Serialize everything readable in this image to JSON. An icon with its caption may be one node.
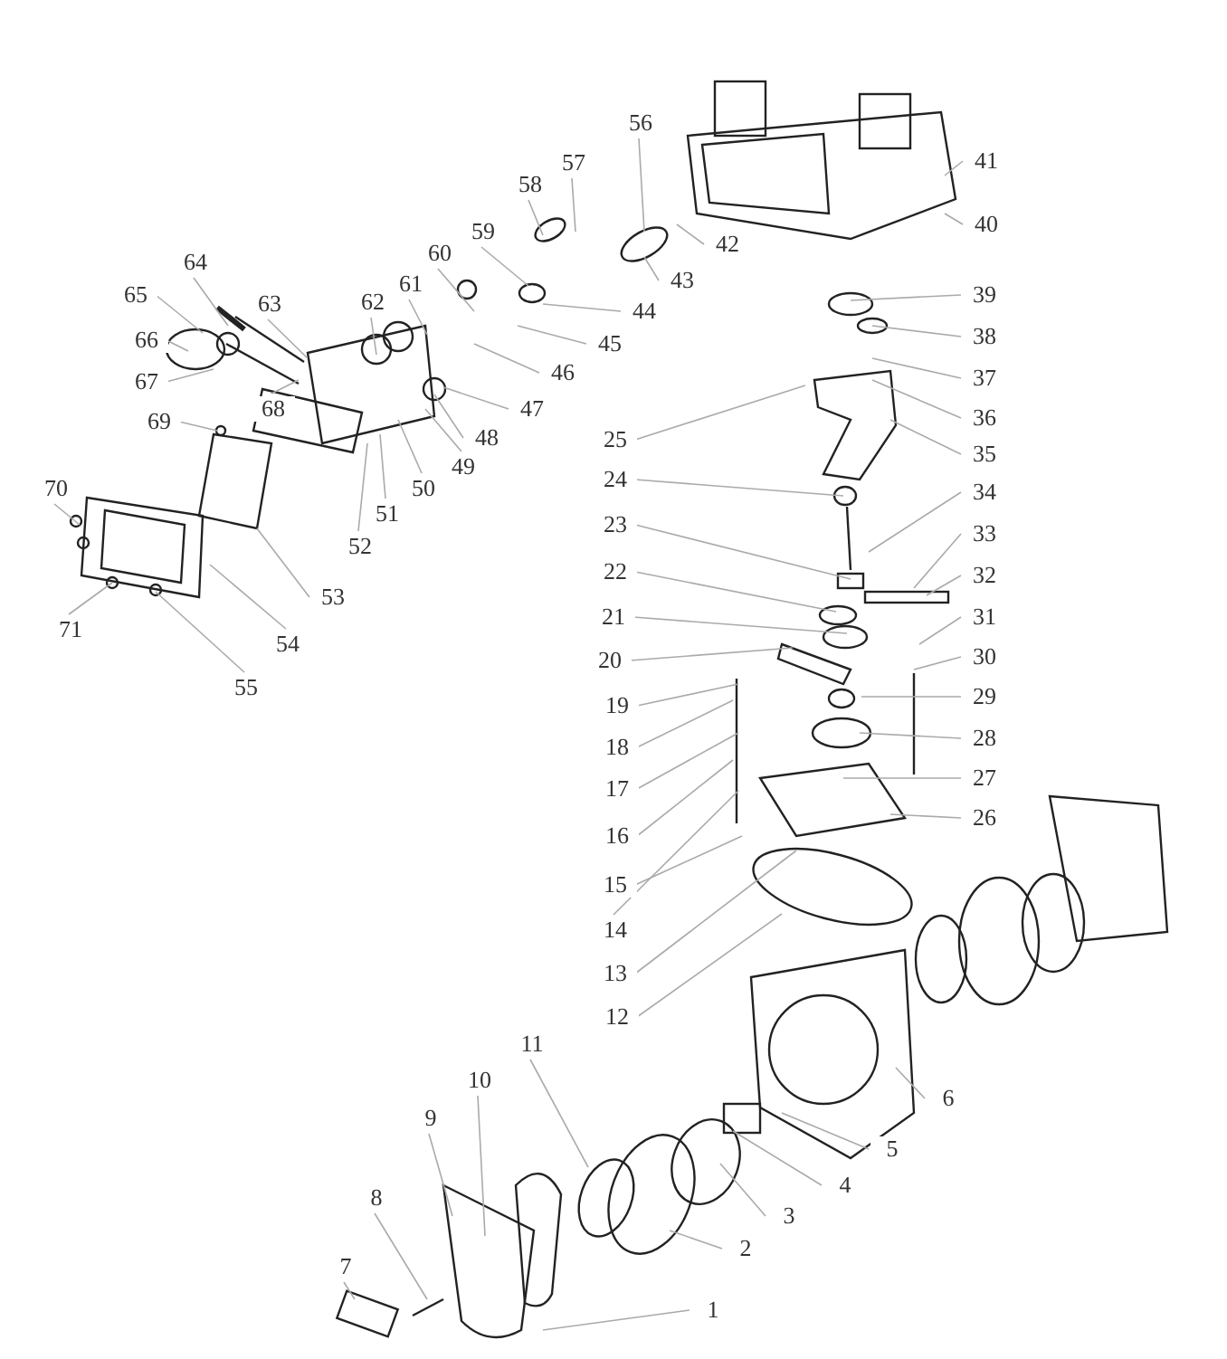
{
  "diagram": {
    "nodes": [
      {
        "text": [
          "1"
        ]
      },
      {
        "text": [
          "2"
        ]
      },
      {
        "text": [
          "3"
        ]
      },
      {
        "text": [
          "4"
        ]
      },
      {
        "text": [
          "5"
        ]
      },
      {
        "text": [
          "6"
        ]
      },
      {
        "text": [
          "7"
        ]
      },
      {
        "text": [
          "8"
        ]
      },
      {
        "text": [
          "9"
        ]
      },
      {
        "text": [
          "10"
        ]
      },
      {
        "text": [
          "11"
        ]
      },
      {
        "text": [
          "12"
        ]
      },
      {
        "text": [
          "13"
        ]
      },
      {
        "text": [
          "14"
        ]
      },
      {
        "text": [
          "15"
        ]
      },
      {
        "text": [
          "16"
        ]
      },
      {
        "text": [
          "17"
        ]
      },
      {
        "text": [
          "18"
        ]
      },
      {
        "text": [
          "19"
        ]
      },
      {
        "text": [
          "20"
        ]
      },
      {
        "text": [
          "21"
        ]
      },
      {
        "text": [
          "22"
        ]
      },
      {
        "text": [
          "23"
        ]
      },
      {
        "text": [
          "24"
        ]
      },
      {
        "text": [
          "25"
        ]
      },
      {
        "text": [
          "26"
        ]
      },
      {
        "text": [
          "27"
        ]
      },
      {
        "text": [
          "28"
        ]
      },
      {
        "text": [
          "29"
        ]
      },
      {
        "text": [
          "30"
        ]
      },
      {
        "text": [
          "31"
        ]
      },
      {
        "text": [
          "32"
        ]
      },
      {
        "text": [
          "33"
        ]
      },
      {
        "text": [
          "34"
        ]
      },
      {
        "text": [
          "35"
        ]
      },
      {
        "text": [
          "36"
        ]
      },
      {
        "text": [
          "37"
        ]
      },
      {
        "text": [
          "38"
        ]
      },
      {
        "text": [
          "39"
        ]
      },
      {
        "text": [
          "40"
        ]
      },
      {
        "text": [
          "41"
        ]
      },
      {
        "text": [
          "42"
        ]
      },
      {
        "text": [
          "43"
        ]
      },
      {
        "text": [
          "44"
        ]
      },
      {
        "text": [
          "45"
        ]
      },
      {
        "text": [
          "46"
        ]
      },
      {
        "text": [
          "47"
        ]
      },
      {
        "text": [
          "48"
        ]
      },
      {
        "text": [
          "49"
        ]
      },
      {
        "text": [
          "50"
        ]
      },
      {
        "text": [
          "51"
        ]
      },
      {
        "text": [
          "52"
        ]
      },
      {
        "text": [
          "53"
        ]
      },
      {
        "text": [
          "54"
        ]
      },
      {
        "text": [
          "55"
        ]
      },
      {
        "text": [
          "56"
        ]
      },
      {
        "text": [
          "57"
        ]
      },
      {
        "text": [
          "58"
        ]
      },
      {
        "text": [
          "59"
        ]
      },
      {
        "text": [
          "60"
        ]
      },
      {
        "text": [
          "61"
        ]
      },
      {
        "text": [
          "62"
        ]
      },
      {
        "text": [
          "63"
        ]
      },
      {
        "text": [
          "64"
        ]
      },
      {
        "text": [
          "65"
        ]
      },
      {
        "text": [
          "66"
        ]
      },
      {
        "text": [
          "67"
        ]
      },
      {
        "text": [
          "68"
        ]
      },
      {
        "text": [
          "69"
        ]
      },
      {
        "text": [
          "70"
        ]
      },
      {
        "text": [
          "71"
        ]
      }
    ],
    "edges": [
      {
        "from": 0,
        "to": null,
        "arrow": "none"
      },
      {
        "from": 1,
        "to": null,
        "arrow": "none"
      },
      {
        "from": 2,
        "to": null,
        "arrow": "none"
      },
      {
        "from": 3,
        "to": null,
        "arrow": "none"
      },
      {
        "from": 4,
        "to": null,
        "arrow": "none"
      },
      {
        "from": 5,
        "to": null,
        "arrow": "none"
      },
      {
        "from": 6,
        "to": null,
        "arrow": "none"
      },
      {
        "from": 7,
        "to": null,
        "arrow": "none"
      },
      {
        "from": 8,
        "to": null,
        "arrow": "none"
      },
      {
        "from": 9,
        "to": null,
        "arrow": "none"
      },
      {
        "from": 10,
        "to": null,
        "arrow": "none"
      },
      {
        "from": 11,
        "to": null,
        "arrow": "none"
      },
      {
        "from": 12,
        "to": null,
        "arrow": "none"
      },
      {
        "from": 13,
        "to": null,
        "arrow": "none"
      },
      {
        "from": 14,
        "to": null,
        "arrow": "none"
      },
      {
        "from": 15,
        "to": null,
        "arrow": "none"
      },
      {
        "from": 16,
        "to": null,
        "arrow": "none"
      },
      {
        "from": 17,
        "to": null,
        "arrow": "none"
      },
      {
        "from": 18,
        "to": null,
        "arrow": "none"
      },
      {
        "from": 19,
        "to": null,
        "arrow": "none"
      },
      {
        "from": 20,
        "to": null,
        "arrow": "none"
      },
      {
        "from": 21,
        "to": null,
        "arrow": "none"
      },
      {
        "from": 22,
        "to": null,
        "arrow": "none"
      },
      {
        "from": 23,
        "to": null,
        "arrow": "none"
      },
      {
        "from": 24,
        "to": null,
        "arrow": "none"
      },
      {
        "from": 25,
        "to": null,
        "arrow": "none"
      },
      {
        "from": 26,
        "to": null,
        "arrow": "none"
      },
      {
        "from": 27,
        "to": null,
        "arrow": "none"
      },
      {
        "from": 28,
        "to": null,
        "arrow": "none"
      },
      {
        "from": 29,
        "to": null,
        "arrow": "none"
      },
      {
        "from": 30,
        "to": null,
        "arrow": "none"
      },
      {
        "from": 31,
        "to": null,
        "arrow": "none"
      },
      {
        "from": 32,
        "to": null,
        "arrow": "none"
      },
      {
        "from": 33,
        "to": null,
        "arrow": "none"
      },
      {
        "from": 34,
        "to": null,
        "arrow": "none"
      },
      {
        "from": 35,
        "to": null,
        "arrow": "none"
      },
      {
        "from": 36,
        "to": null,
        "arrow": "none"
      },
      {
        "from": 37,
        "to": null,
        "arrow": "none"
      },
      {
        "from": 38,
        "to": null,
        "arrow": "none"
      },
      {
        "from": 39,
        "to": null,
        "arrow": "none"
      },
      {
        "from": 40,
        "to": null,
        "arrow": "none"
      },
      {
        "from": 41,
        "to": null,
        "arrow": "none"
      },
      {
        "from": 42,
        "to": null,
        "arrow": "none"
      },
      {
        "from": 43,
        "to": null,
        "arrow": "none"
      },
      {
        "from": 44,
        "to": null,
        "arrow": "none"
      },
      {
        "from": 45,
        "to": null,
        "arrow": "none"
      },
      {
        "from": 46,
        "to": null,
        "arrow": "none"
      },
      {
        "from": 47,
        "to": null,
        "arrow": "none"
      },
      {
        "from": 48,
        "to": null,
        "arrow": "none"
      },
      {
        "from": 49,
        "to": null,
        "arrow": "none"
      },
      {
        "from": 50,
        "to": null,
        "arrow": "none"
      },
      {
        "from": 51,
        "to": null,
        "arrow": "none"
      },
      {
        "from": 52,
        "to": null,
        "arrow": "none"
      },
      {
        "from": 53,
        "to": null,
        "arrow": "none"
      },
      {
        "from": 54,
        "to": null,
        "arrow": "none"
      },
      {
        "from": 55,
        "to": null,
        "arrow": "none"
      },
      {
        "from": 56,
        "to": null,
        "arrow": "none"
      },
      {
        "from": 57,
        "to": null,
        "arrow": "none"
      },
      {
        "from": 58,
        "to": null,
        "arrow": "none"
      },
      {
        "from": 59,
        "to": null,
        "arrow": "none"
      },
      {
        "from": 60,
        "to": null,
        "arrow": "none"
      },
      {
        "from": 61,
        "to": null,
        "arrow": "none"
      },
      {
        "from": 62,
        "to": null,
        "arrow": "none"
      },
      {
        "from": 63,
        "to": null,
        "arrow": "none"
      },
      {
        "from": 64,
        "to": null,
        "arrow": "none"
      },
      {
        "from": 65,
        "to": null,
        "arrow": "none"
      },
      {
        "from": 66,
        "to": null,
        "arrow": "none"
      },
      {
        "from": 67,
        "to": null,
        "arrow": "none"
      },
      {
        "from": 68,
        "to": null,
        "arrow": "none"
      },
      {
        "from": 69,
        "to": null,
        "arrow": "none"
      },
      {
        "from": 70,
        "to": null,
        "arrow": "none"
      }
    ]
  }
}
